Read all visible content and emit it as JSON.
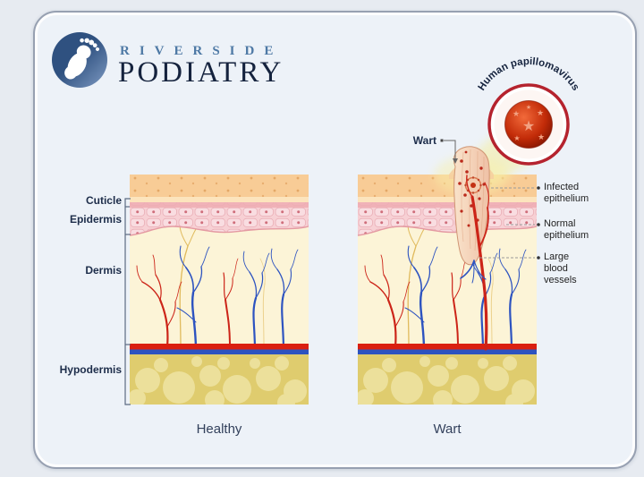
{
  "brand": {
    "name_top": "RIVERSIDE",
    "name_bottom": "PODIATRY"
  },
  "hpv": {
    "label": "Human papillomavirus",
    "star_glyph": "★"
  },
  "pointer": {
    "label": "Wart"
  },
  "layer_labels": [
    {
      "id": "cuticle",
      "label": "Cuticle"
    },
    {
      "id": "epidermis",
      "label": "Epidermis"
    },
    {
      "id": "dermis",
      "label": "Dermis"
    },
    {
      "id": "hypodermis",
      "label": "Hypodermis"
    }
  ],
  "annotations": [
    {
      "label": "Infected epithelium"
    },
    {
      "label": "Normal epithelium"
    },
    {
      "label": "Large blood vessels"
    }
  ],
  "captions": {
    "left": "Healthy",
    "right": "Wart"
  },
  "icons": {
    "logo": "foot-print-icon",
    "virus": "hpv-virus-icon"
  },
  "colors": {
    "page_bg": "#e7ebf1",
    "card_bg": "#edf2f8",
    "card_border": "#97a0b1",
    "brand_light": "#4e79a5",
    "brand_dark": "#15233e",
    "logo_navy": "#2f5180",
    "logo_light": "#7e9ac2",
    "ring_red": "#b5232e",
    "virus_red": "#c23012",
    "cuticle": "#f8cc96",
    "cuticle_strip": "#fce4bd",
    "epidermis": "#f7d0d4",
    "epidermis_top": "#eeadb4",
    "dermis": "#fcf4d7",
    "hypodermis": "#dfcc6e",
    "hypodermis_blob": "#ece09b",
    "band_red": "#da1f10",
    "band_blue": "#2d53c0",
    "vessel_red": "#cc2418",
    "vessel_blue": "#2d53c0",
    "nerve_yellow": "#ddb44f",
    "wart_edge": "#d09674",
    "bracket": "#5d6b82",
    "label_navy": "#1d2d4a",
    "caption_color": "#33415c"
  }
}
